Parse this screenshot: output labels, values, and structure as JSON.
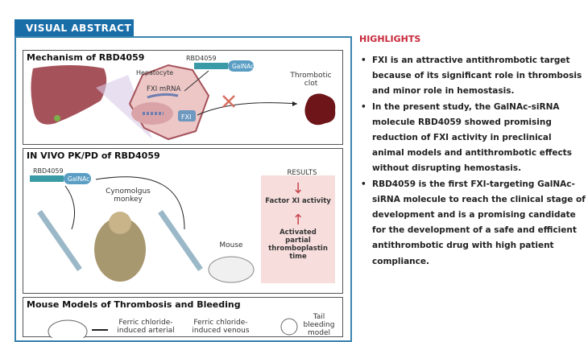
{
  "visual_abstract": {
    "tab_label": "VISUAL ABSTRACT",
    "mechanism": {
      "title": "Mechanism of RBD4059",
      "drug": "RBD4059",
      "galnac": "GalNAc",
      "hepatocyte": "Hepatocyte",
      "mrna": "FXI mRNA",
      "fxi": "FXI",
      "clot": "Thrombotic clot"
    },
    "invivo": {
      "title": "IN VIVO PK/PD of RBD4059",
      "drug": "RBD4059",
      "galnac": "GalNAc",
      "monkey": "Cynomolgus monkey",
      "mouse": "Mouse",
      "results_title": "RESULTS",
      "result1": "Factor XI activity",
      "result2": "Activated partial thromboplastin time"
    },
    "mouse_models": {
      "title": "Mouse Models of Thrombosis and Bleeding",
      "model1": "Ferric chloride-induced arterial",
      "model2": "Ferric chloride-induced venous",
      "model3": "Tail bleeding model"
    }
  },
  "highlights": {
    "title": "HIGHLIGHTS",
    "items": [
      "FXI is an attractive antithrombotic target because of its significant role in thrombosis and minor role in hemostasis.",
      "In the present study, the GalNAc-siRNA molecule RBD4059 showed promising reduction of FXI activity in preclinical animal models and antithrombotic effects without disrupting hemostasis.",
      "RBD4059 is the first FXI-targeting GalNAc-siRNA molecule to reach the clinical stage of development and is a promising candidate for the development of a safe and efficient antithrombotic drug with high patient compliance."
    ]
  }
}
